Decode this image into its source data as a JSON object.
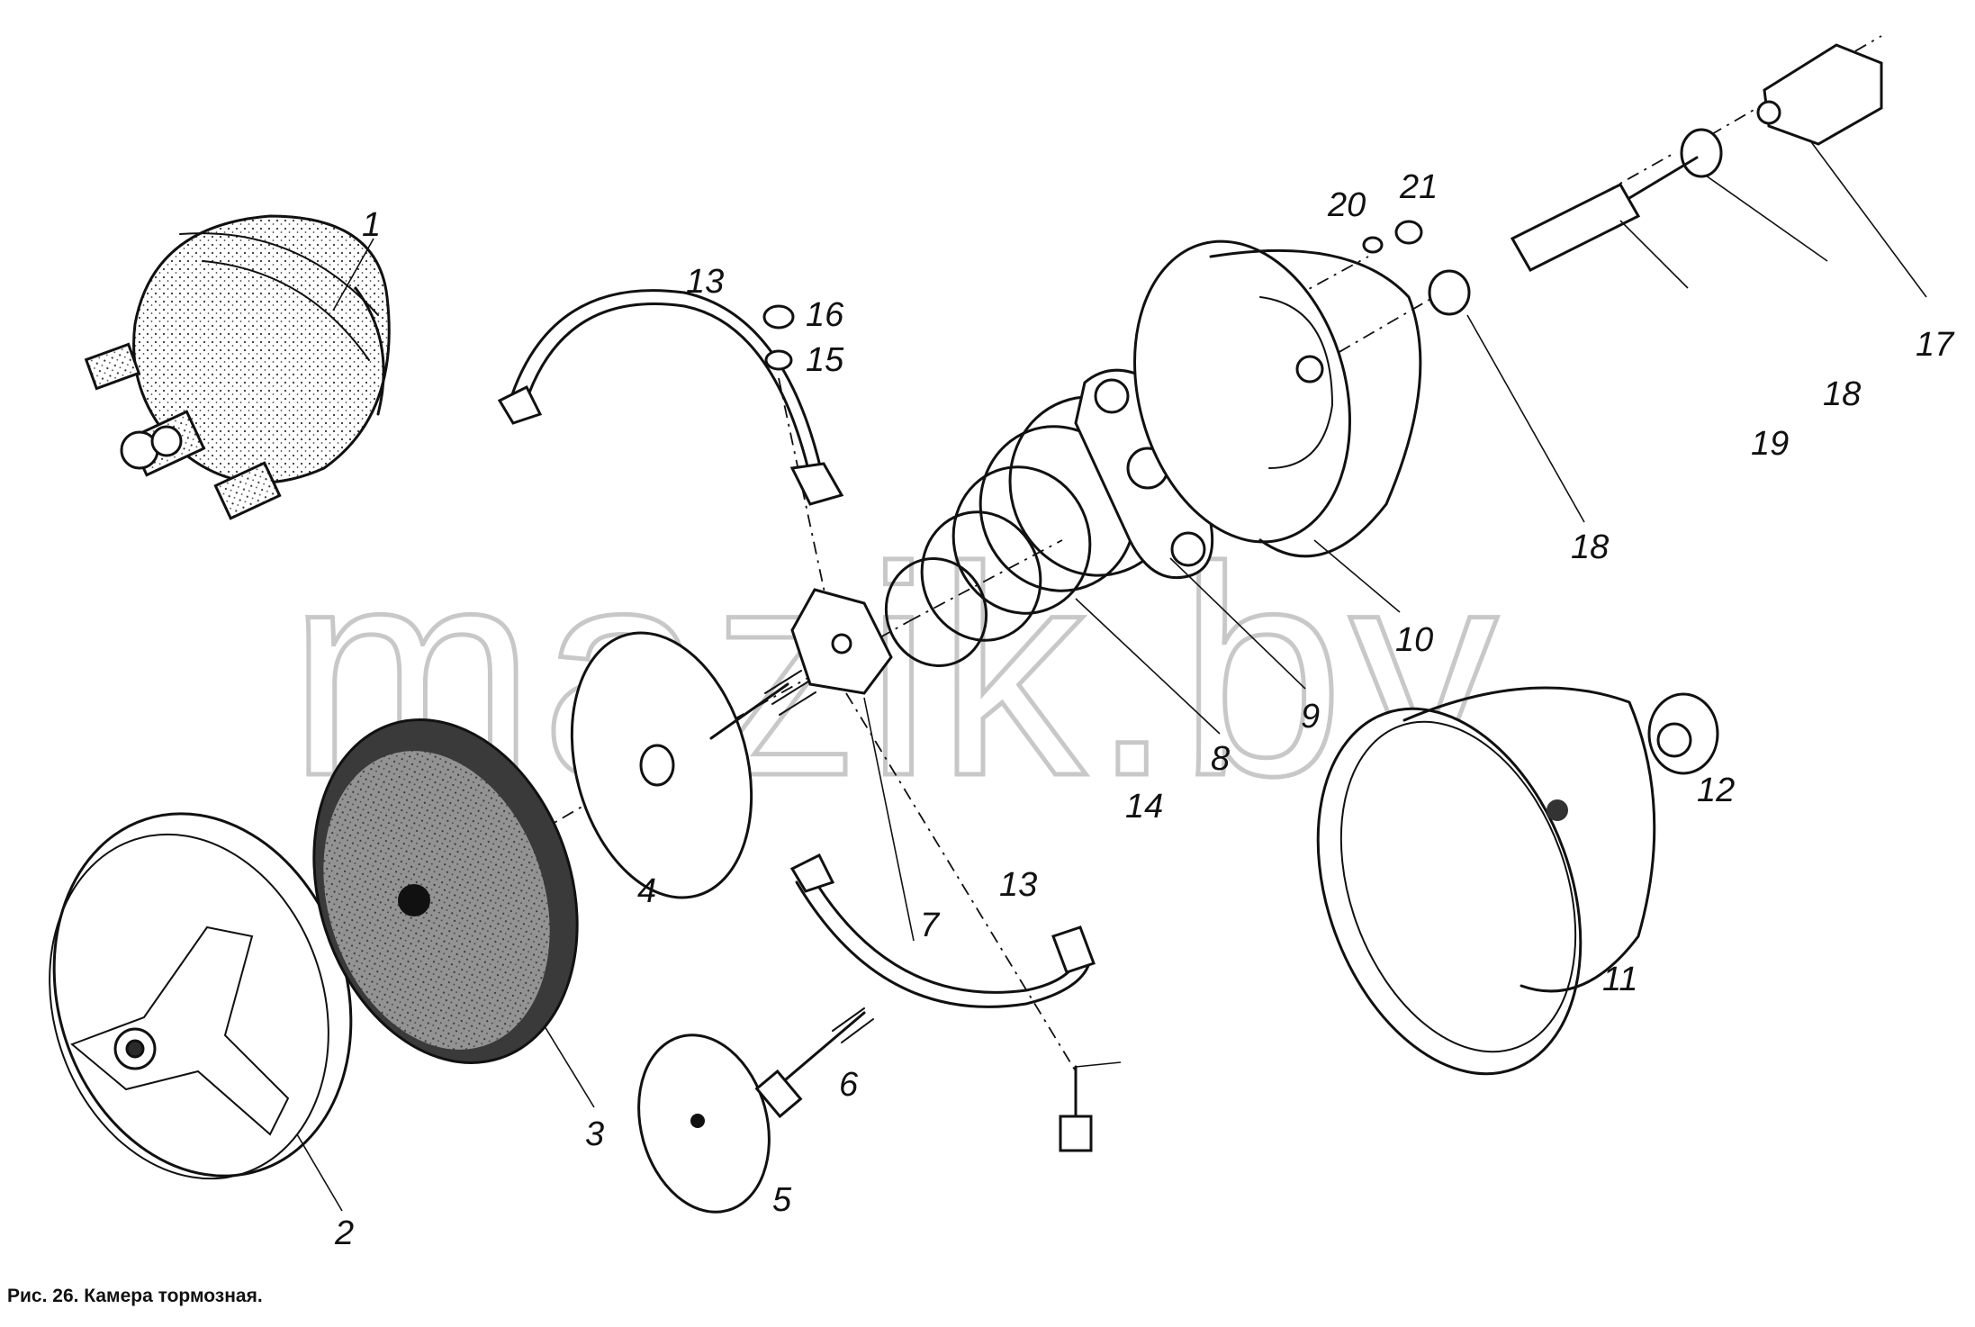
{
  "caption": "Рис. 26. Камера тормозная.",
  "watermark": "mazik.by",
  "callouts": [
    "1",
    "2",
    "3",
    "4",
    "5",
    "6",
    "7",
    "8",
    "9",
    "10",
    "11",
    "12",
    "13",
    "13",
    "14",
    "15",
    "16",
    "17",
    "18",
    "18",
    "19",
    "20",
    "21"
  ]
}
